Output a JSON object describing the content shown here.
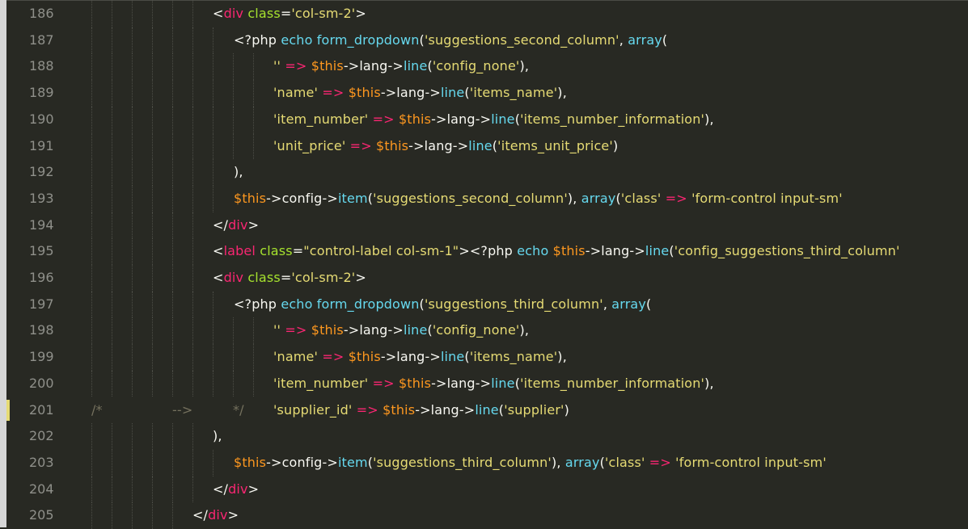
{
  "editor": {
    "theme": {
      "background": "#282923",
      "line_number": "#8f908a",
      "tag": "#f92672",
      "attribute": "#a6e22e",
      "string": "#e6db74",
      "function": "#66d9ef",
      "variable": "#fd971f",
      "operator": "#f92672",
      "plain": "#f8f8f2",
      "comment": "#75715e",
      "modified_marker": "#e6db74"
    },
    "modified_line": 201,
    "lines": [
      {
        "num": "186",
        "indent": 255,
        "tokens": [
          [
            "t-plain",
            "<"
          ],
          [
            "t-tag",
            "div"
          ],
          [
            "t-plain",
            " "
          ],
          [
            "t-attr",
            "class"
          ],
          [
            "t-plain",
            "="
          ],
          [
            "t-str",
            "'col-sm-2'"
          ],
          [
            "t-plain",
            ">"
          ]
        ]
      },
      {
        "num": "187",
        "indent": 281,
        "tokens": [
          [
            "t-plain",
            "<?php "
          ],
          [
            "t-fn",
            "echo"
          ],
          [
            "t-plain",
            " "
          ],
          [
            "t-fn",
            "form_dropdown"
          ],
          [
            "t-plain",
            "("
          ],
          [
            "t-str",
            "'suggestions_second_column'"
          ],
          [
            "t-plain",
            ", "
          ],
          [
            "t-fn",
            "array"
          ],
          [
            "t-plain",
            "("
          ]
        ]
      },
      {
        "num": "188",
        "indent": 330,
        "tokens": [
          [
            "t-str",
            "''"
          ],
          [
            "t-plain",
            " "
          ],
          [
            "t-op",
            "=>"
          ],
          [
            "t-plain",
            " "
          ],
          [
            "t-var",
            "$this"
          ],
          [
            "t-plain",
            "->lang->"
          ],
          [
            "t-fn",
            "line"
          ],
          [
            "t-plain",
            "("
          ],
          [
            "t-str",
            "'config_none'"
          ],
          [
            "t-plain",
            "),"
          ]
        ]
      },
      {
        "num": "189",
        "indent": 330,
        "tokens": [
          [
            "t-str",
            "'name'"
          ],
          [
            "t-plain",
            " "
          ],
          [
            "t-op",
            "=>"
          ],
          [
            "t-plain",
            " "
          ],
          [
            "t-var",
            "$this"
          ],
          [
            "t-plain",
            "->lang->"
          ],
          [
            "t-fn",
            "line"
          ],
          [
            "t-plain",
            "("
          ],
          [
            "t-str",
            "'items_name'"
          ],
          [
            "t-plain",
            "),"
          ]
        ]
      },
      {
        "num": "190",
        "indent": 330,
        "tokens": [
          [
            "t-str",
            "'item_number'"
          ],
          [
            "t-plain",
            " "
          ],
          [
            "t-op",
            "=>"
          ],
          [
            "t-plain",
            " "
          ],
          [
            "t-var",
            "$this"
          ],
          [
            "t-plain",
            "->lang->"
          ],
          [
            "t-fn",
            "line"
          ],
          [
            "t-plain",
            "("
          ],
          [
            "t-str",
            "'items_number_information'"
          ],
          [
            "t-plain",
            "),"
          ]
        ]
      },
      {
        "num": "191",
        "indent": 330,
        "tokens": [
          [
            "t-str",
            "'unit_price'"
          ],
          [
            "t-plain",
            " "
          ],
          [
            "t-op",
            "=>"
          ],
          [
            "t-plain",
            " "
          ],
          [
            "t-var",
            "$this"
          ],
          [
            "t-plain",
            "->lang->"
          ],
          [
            "t-fn",
            "line"
          ],
          [
            "t-plain",
            "("
          ],
          [
            "t-str",
            "'items_unit_price'"
          ],
          [
            "t-plain",
            ")"
          ]
        ]
      },
      {
        "num": "192",
        "indent": 281,
        "tokens": [
          [
            "t-plain",
            "),"
          ]
        ]
      },
      {
        "num": "193",
        "indent": 281,
        "tokens": [
          [
            "t-var",
            "$this"
          ],
          [
            "t-plain",
            "->config->"
          ],
          [
            "t-fn",
            "item"
          ],
          [
            "t-plain",
            "("
          ],
          [
            "t-str",
            "'suggestions_second_column'"
          ],
          [
            "t-plain",
            "), "
          ],
          [
            "t-fn",
            "array"
          ],
          [
            "t-plain",
            "("
          ],
          [
            "t-str",
            "'class'"
          ],
          [
            "t-plain",
            " "
          ],
          [
            "t-op",
            "=>"
          ],
          [
            "t-plain",
            " "
          ],
          [
            "t-str",
            "'form-control input-sm'"
          ]
        ]
      },
      {
        "num": "194",
        "indent": 255,
        "tokens": [
          [
            "t-plain",
            "</"
          ],
          [
            "t-tag",
            "div"
          ],
          [
            "t-plain",
            ">"
          ]
        ]
      },
      {
        "num": "195",
        "indent": 255,
        "tokens": [
          [
            "t-plain",
            "<"
          ],
          [
            "t-tag",
            "label"
          ],
          [
            "t-plain",
            " "
          ],
          [
            "t-attr",
            "class"
          ],
          [
            "t-plain",
            "="
          ],
          [
            "t-str",
            "\"control-label col-sm-1\""
          ],
          [
            "t-plain",
            ">"
          ],
          [
            "t-plain",
            "<?php "
          ],
          [
            "t-fn",
            "echo"
          ],
          [
            "t-plain",
            " "
          ],
          [
            "t-var",
            "$this"
          ],
          [
            "t-plain",
            "->lang->"
          ],
          [
            "t-fn",
            "line"
          ],
          [
            "t-plain",
            "("
          ],
          [
            "t-str",
            "'config_suggestions_third_column'"
          ]
        ]
      },
      {
        "num": "196",
        "indent": 255,
        "tokens": [
          [
            "t-plain",
            "<"
          ],
          [
            "t-tag",
            "div"
          ],
          [
            "t-plain",
            " "
          ],
          [
            "t-attr",
            "class"
          ],
          [
            "t-plain",
            "="
          ],
          [
            "t-str",
            "'col-sm-2'"
          ],
          [
            "t-plain",
            ">"
          ]
        ]
      },
      {
        "num": "197",
        "indent": 281,
        "tokens": [
          [
            "t-plain",
            "<?php "
          ],
          [
            "t-fn",
            "echo"
          ],
          [
            "t-plain",
            " "
          ],
          [
            "t-fn",
            "form_dropdown"
          ],
          [
            "t-plain",
            "("
          ],
          [
            "t-str",
            "'suggestions_third_column'"
          ],
          [
            "t-plain",
            ", "
          ],
          [
            "t-fn",
            "array"
          ],
          [
            "t-plain",
            "("
          ]
        ]
      },
      {
        "num": "198",
        "indent": 330,
        "tokens": [
          [
            "t-str",
            "''"
          ],
          [
            "t-plain",
            " "
          ],
          [
            "t-op",
            "=>"
          ],
          [
            "t-plain",
            " "
          ],
          [
            "t-var",
            "$this"
          ],
          [
            "t-plain",
            "->lang->"
          ],
          [
            "t-fn",
            "line"
          ],
          [
            "t-plain",
            "("
          ],
          [
            "t-str",
            "'config_none'"
          ],
          [
            "t-plain",
            "),"
          ]
        ]
      },
      {
        "num": "199",
        "indent": 330,
        "tokens": [
          [
            "t-str",
            "'name'"
          ],
          [
            "t-plain",
            " "
          ],
          [
            "t-op",
            "=>"
          ],
          [
            "t-plain",
            " "
          ],
          [
            "t-var",
            "$this"
          ],
          [
            "t-plain",
            "->lang->"
          ],
          [
            "t-fn",
            "line"
          ],
          [
            "t-plain",
            "("
          ],
          [
            "t-str",
            "'items_name'"
          ],
          [
            "t-plain",
            "),"
          ]
        ]
      },
      {
        "num": "200",
        "indent": 330,
        "tokens": [
          [
            "t-str",
            "'item_number'"
          ],
          [
            "t-plain",
            " "
          ],
          [
            "t-op",
            "=>"
          ],
          [
            "t-plain",
            " "
          ],
          [
            "t-var",
            "$this"
          ],
          [
            "t-plain",
            "->lang->"
          ],
          [
            "t-fn",
            "line"
          ],
          [
            "t-plain",
            "("
          ],
          [
            "t-str",
            "'items_number_information'"
          ],
          [
            "t-plain",
            "),"
          ]
        ]
      },
      {
        "num": "201",
        "indent": 330,
        "prefix": [
          [
            "t-cmt",
            "/*",
            105
          ],
          [
            "t-cmt",
            "-->",
            205
          ],
          [
            "t-cmt",
            "*/",
            280
          ]
        ],
        "tokens": [
          [
            "t-str",
            "'supplier_id'"
          ],
          [
            "t-plain",
            " "
          ],
          [
            "t-op",
            "=>"
          ],
          [
            "t-plain",
            " "
          ],
          [
            "t-var",
            "$this"
          ],
          [
            "t-plain",
            "->lang->"
          ],
          [
            "t-fn",
            "line"
          ],
          [
            "t-plain",
            "("
          ],
          [
            "t-str",
            "'supplier'"
          ],
          [
            "t-plain",
            ")"
          ]
        ]
      },
      {
        "num": "202",
        "indent": 255,
        "tokens": [
          [
            "t-plain",
            "),"
          ]
        ]
      },
      {
        "num": "203",
        "indent": 281,
        "tokens": [
          [
            "t-var",
            "$this"
          ],
          [
            "t-plain",
            "->config->"
          ],
          [
            "t-fn",
            "item"
          ],
          [
            "t-plain",
            "("
          ],
          [
            "t-str",
            "'suggestions_third_column'"
          ],
          [
            "t-plain",
            "), "
          ],
          [
            "t-fn",
            "array"
          ],
          [
            "t-plain",
            "("
          ],
          [
            "t-str",
            "'class'"
          ],
          [
            "t-plain",
            " "
          ],
          [
            "t-op",
            "=>"
          ],
          [
            "t-plain",
            " "
          ],
          [
            "t-str",
            "'form-control input-sm'"
          ]
        ]
      },
      {
        "num": "204",
        "indent": 255,
        "tokens": [
          [
            "t-plain",
            "</"
          ],
          [
            "t-tag",
            "div"
          ],
          [
            "t-plain",
            ">"
          ]
        ]
      },
      {
        "num": "205",
        "indent": 230,
        "tokens": [
          [
            "t-plain",
            "</"
          ],
          [
            "t-tag",
            "div"
          ],
          [
            "t-plain",
            ">"
          ]
        ]
      }
    ]
  }
}
